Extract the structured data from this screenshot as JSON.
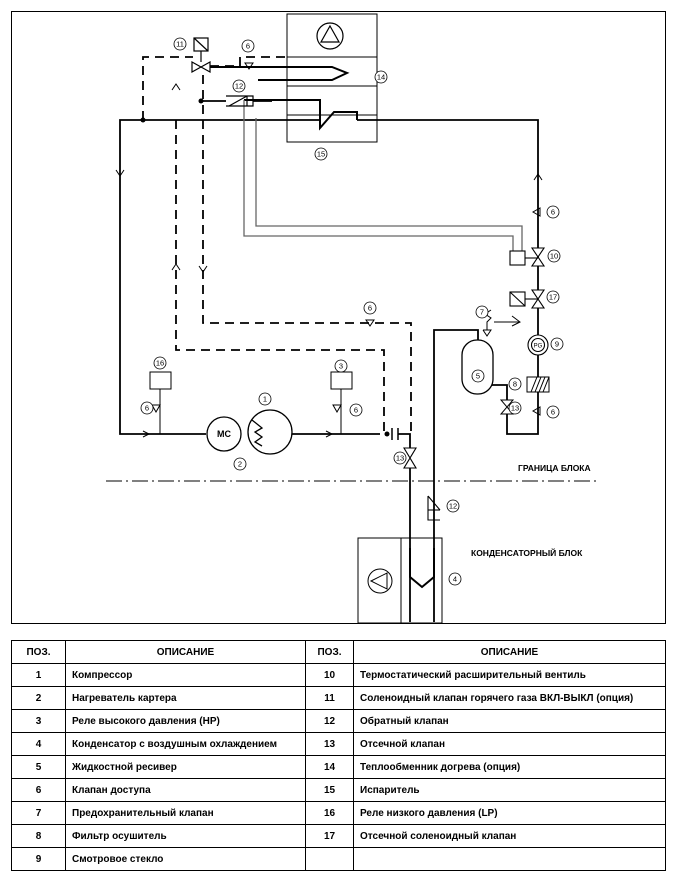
{
  "diagram": {
    "block_boundary_label": "ГРАНИЦА БЛОКА",
    "condenser_unit_label": "КОНДЕНСАТОРНЫЙ БЛОК",
    "compressor_symbol": "MC",
    "sight_glass_symbol": "PG",
    "callouts": {
      "c1": "1",
      "c2": "2",
      "c3": "3",
      "c4": "4",
      "c5": "5",
      "c6a": "6",
      "c6b": "6",
      "c6c": "6",
      "c6d": "6",
      "c6e": "6",
      "c6f": "6",
      "c7": "7",
      "c8": "8",
      "c9": "9",
      "c10": "10",
      "c11": "11",
      "c12a": "12",
      "c12b": "12",
      "c13a": "13",
      "c13b": "13",
      "c14": "14",
      "c15": "15",
      "c16": "16",
      "c17": "17"
    }
  },
  "table": {
    "headers": {
      "pos": "ПОЗ.",
      "desc": "ОПИСАНИЕ"
    },
    "rows": [
      {
        "pos_l": "1",
        "desc_l": "Компрессор",
        "pos_r": "10",
        "desc_r": "Термостатический расширительный вентиль"
      },
      {
        "pos_l": "2",
        "desc_l": "Нагреватель картера",
        "pos_r": "11",
        "desc_r": "Соленоидный клапан горячего газа ВКЛ-ВЫКЛ (опция)"
      },
      {
        "pos_l": "3",
        "desc_l": "Реле высокого давления (HP)",
        "pos_r": "12",
        "desc_r": "Обратный клапан"
      },
      {
        "pos_l": "4",
        "desc_l": "Конденсатор с воздушным охлаждением",
        "pos_r": "13",
        "desc_r": "Отсечной клапан"
      },
      {
        "pos_l": "5",
        "desc_l": "Жидкостной ресивер",
        "pos_r": "14",
        "desc_r": "Теплообменник догрева (опция)"
      },
      {
        "pos_l": "6",
        "desc_l": "Клапан доступа",
        "pos_r": "15",
        "desc_r": "Испаритель"
      },
      {
        "pos_l": "7",
        "desc_l": "Предохранительный клапан",
        "pos_r": "16",
        "desc_r": "Реле низкого давления (LP)"
      },
      {
        "pos_l": "8",
        "desc_l": "Фильтр осушитель",
        "pos_r": "17",
        "desc_r": "Отсечной соленоидный клапан"
      },
      {
        "pos_l": "9",
        "desc_l": "Смотровое стекло",
        "pos_r": "",
        "desc_r": ""
      }
    ]
  }
}
